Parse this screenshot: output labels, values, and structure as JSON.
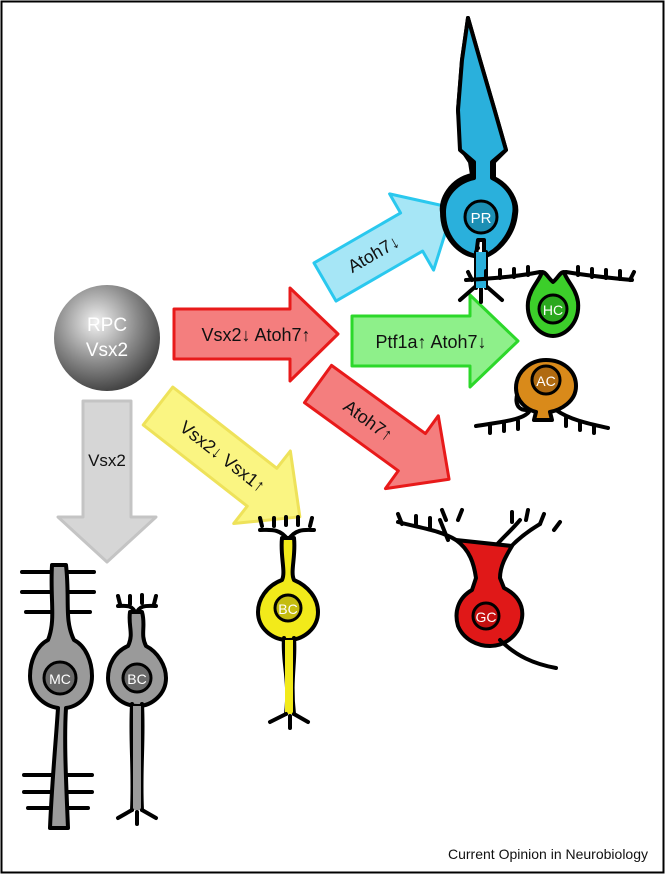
{
  "diagram": {
    "rpc": {
      "line1": "RPC",
      "line2": "Vsx2"
    },
    "arrows": {
      "gray": "Vsx2",
      "yellow": "Vsx2↓ Vsx1↑",
      "red_main": "Vsx2↓ Atoh7↑",
      "cyan": "Atoh7↓",
      "green": "Ptf1a↑ Atoh7↓",
      "red_down": "Atoh7↑"
    },
    "cells": {
      "pr": "PR",
      "hc": "HC",
      "ac": "AC",
      "gc": "GC",
      "bc_yellow": "BC",
      "mc": "MC",
      "bc_gray": "BC"
    },
    "colors": {
      "cyan": "#2ab0dc",
      "green": "#3ccf2a",
      "orange": "#d98a1a",
      "red": "#e01818",
      "yellow": "#f2ea1a",
      "gray": "#9a9a9a",
      "arrow_red": "#f47e7e",
      "arrow_cyan": "#a6e6f6",
      "arrow_green": "#8ef08a",
      "arrow_yellow": "#faf582",
      "arrow_gray": "#d6d6d6"
    }
  },
  "credit": "Current Opinion in Neurobiology"
}
